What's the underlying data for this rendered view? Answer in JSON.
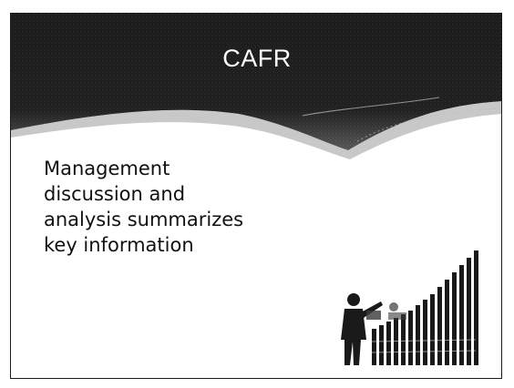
{
  "slide": {
    "title": "CAFR",
    "body_lines": [
      "Management",
      "discussion and",
      "analysis summarizes",
      "key information"
    ]
  },
  "colors": {
    "banner": "#1c1c1c",
    "text": "#111111",
    "background": "#ffffff"
  },
  "icons": {
    "clipart": "person-with-bar-chart-icon"
  }
}
